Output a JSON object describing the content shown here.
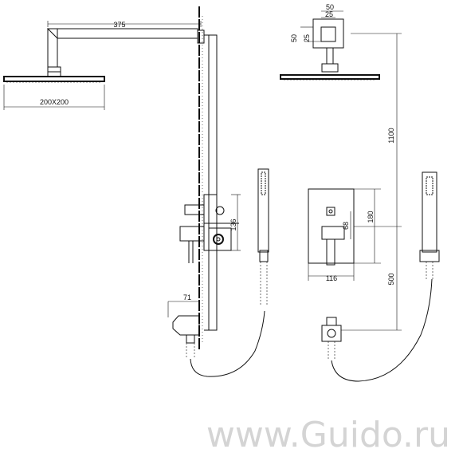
{
  "dimensions": {
    "arm_length": "375",
    "head_size": "200X200",
    "bar_spacing": "136",
    "spout_length": "71",
    "top_width": "50",
    "top_inner_width": "25",
    "top_height": "50",
    "top_inner_height": "25",
    "height_upper": "1100",
    "plate_offset": "68",
    "plate_height": "180",
    "plate_width": "116",
    "height_lower": "500"
  },
  "watermark": "www.Guido.ru",
  "colors": {
    "line": "#111111",
    "watermark": "#d4d4d4"
  }
}
